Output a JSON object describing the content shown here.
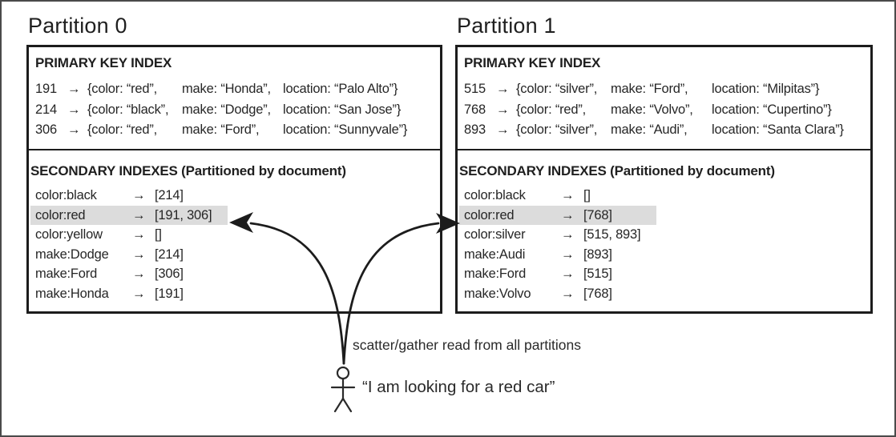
{
  "partitions": [
    {
      "title": "Partition 0",
      "primary_index": {
        "heading": "PRIMARY KEY INDEX",
        "rows": [
          {
            "id": "191",
            "arrow": "→",
            "color": "{color: “red”,",
            "make": "make: “Honda”,",
            "location": "location: “Palo Alto”}"
          },
          {
            "id": "214",
            "arrow": "→",
            "color": "{color: “black”,",
            "make": "make: “Dodge”,",
            "location": "location: “San Jose”}"
          },
          {
            "id": "306",
            "arrow": "→",
            "color": "{color: “red”,",
            "make": "make: “Ford”,",
            "location": "location: “Sunnyvale”}"
          }
        ]
      },
      "secondary_indexes": {
        "heading": "SECONDARY INDEXES (Partitioned by document)",
        "entries": [
          {
            "key": "color:black",
            "arrow": "→",
            "value": "[214]",
            "highlighted": false
          },
          {
            "key": "color:red",
            "arrow": "→",
            "value": "[191, 306]",
            "highlighted": true
          },
          {
            "key": "color:yellow",
            "arrow": "→",
            "value": "[]",
            "highlighted": false
          },
          {
            "key": "make:Dodge",
            "arrow": "→",
            "value": "[214]",
            "highlighted": false
          },
          {
            "key": "make:Ford",
            "arrow": "→",
            "value": "[306]",
            "highlighted": false
          },
          {
            "key": "make:Honda",
            "arrow": "→",
            "value": "[191]",
            "highlighted": false
          }
        ]
      }
    },
    {
      "title": "Partition 1",
      "primary_index": {
        "heading": "PRIMARY KEY INDEX",
        "rows": [
          {
            "id": "515",
            "arrow": "→",
            "color": "{color: “silver”,",
            "make": "make: “Ford”,",
            "location": "location: “Milpitas”}"
          },
          {
            "id": "768",
            "arrow": "→",
            "color": "{color: “red”,",
            "make": "make: “Volvo”,",
            "location": "location: “Cupertino”}"
          },
          {
            "id": "893",
            "arrow": "→",
            "color": "{color: “silver”,",
            "make": "make: “Audi”,",
            "location": "location: “Santa Clara”}"
          }
        ]
      },
      "secondary_indexes": {
        "heading": "SECONDARY INDEXES (Partitioned by document)",
        "entries": [
          {
            "key": "color:black",
            "arrow": "→",
            "value": "[]",
            "highlighted": false
          },
          {
            "key": "color:red",
            "arrow": "→",
            "value": "[768]",
            "highlighted": true
          },
          {
            "key": "color:silver",
            "arrow": "→",
            "value": "[515, 893]",
            "highlighted": false
          },
          {
            "key": "make:Audi",
            "arrow": "→",
            "value": "[893]",
            "highlighted": false
          },
          {
            "key": "make:Ford",
            "arrow": "→",
            "value": "[515]",
            "highlighted": false
          },
          {
            "key": "make:Volvo",
            "arrow": "→",
            "value": "[768]",
            "highlighted": false
          }
        ]
      }
    }
  ],
  "annotation": {
    "scatter_label": "scatter/gather read from all partitions",
    "user_quote": "“I am looking for a red car”"
  },
  "colors": {
    "highlight": "#dcdcdc",
    "ink": "#1c1c1c"
  }
}
